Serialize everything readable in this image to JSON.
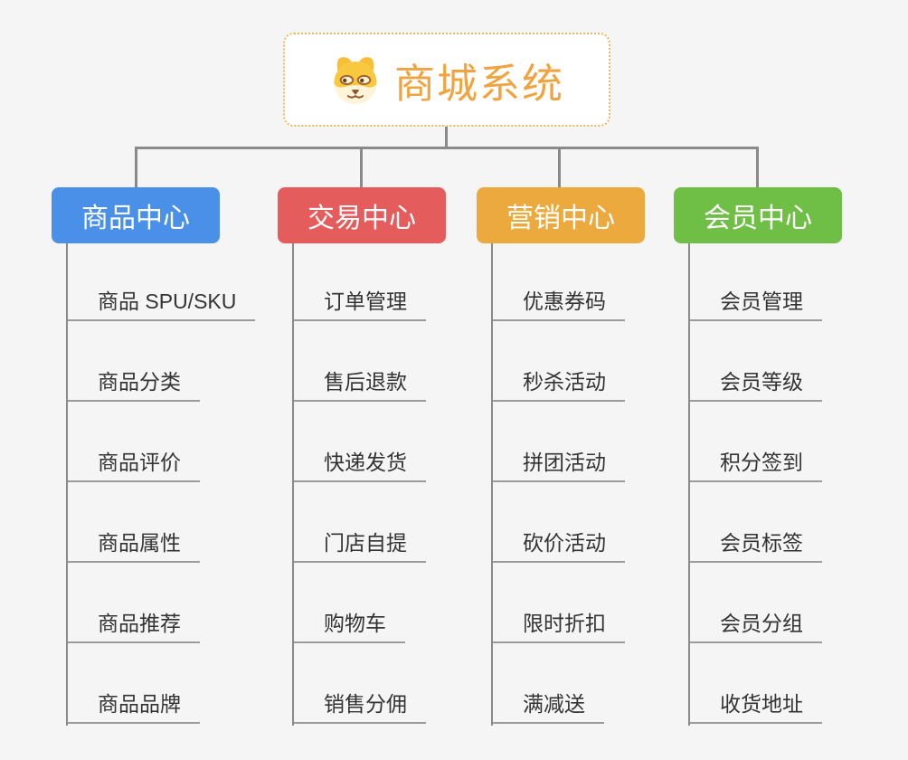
{
  "root": {
    "title": "商城系统",
    "title_color": "#f0a43f",
    "border_color": "#f3b65f",
    "icon": "dog-face-icon"
  },
  "branches": [
    {
      "label": "商品中心",
      "color": "#4a90e8",
      "children": [
        "商品 SPU/SKU",
        "商品分类",
        "商品评价",
        "商品属性",
        "商品推荐",
        "商品品牌"
      ]
    },
    {
      "label": "交易中心",
      "color": "#e45d5c",
      "children": [
        "订单管理",
        "售后退款",
        "快递发货",
        "门店自提",
        "购物车",
        "销售分佣"
      ]
    },
    {
      "label": "营销中心",
      "color": "#ecaa3e",
      "children": [
        "优惠券码",
        "秒杀活动",
        "拼团活动",
        "砍价活动",
        "限时折扣",
        "满减送"
      ]
    },
    {
      "label": "会员中心",
      "color": "#6fbe45",
      "children": [
        "会员管理",
        "会员等级",
        "积分签到",
        "会员标签",
        "会员分组",
        "收货地址"
      ]
    }
  ],
  "connectors": {
    "color": "#8a8a8a",
    "leaf_line_color": "#9b9b9b"
  },
  "page_background": "#f5f5f6"
}
